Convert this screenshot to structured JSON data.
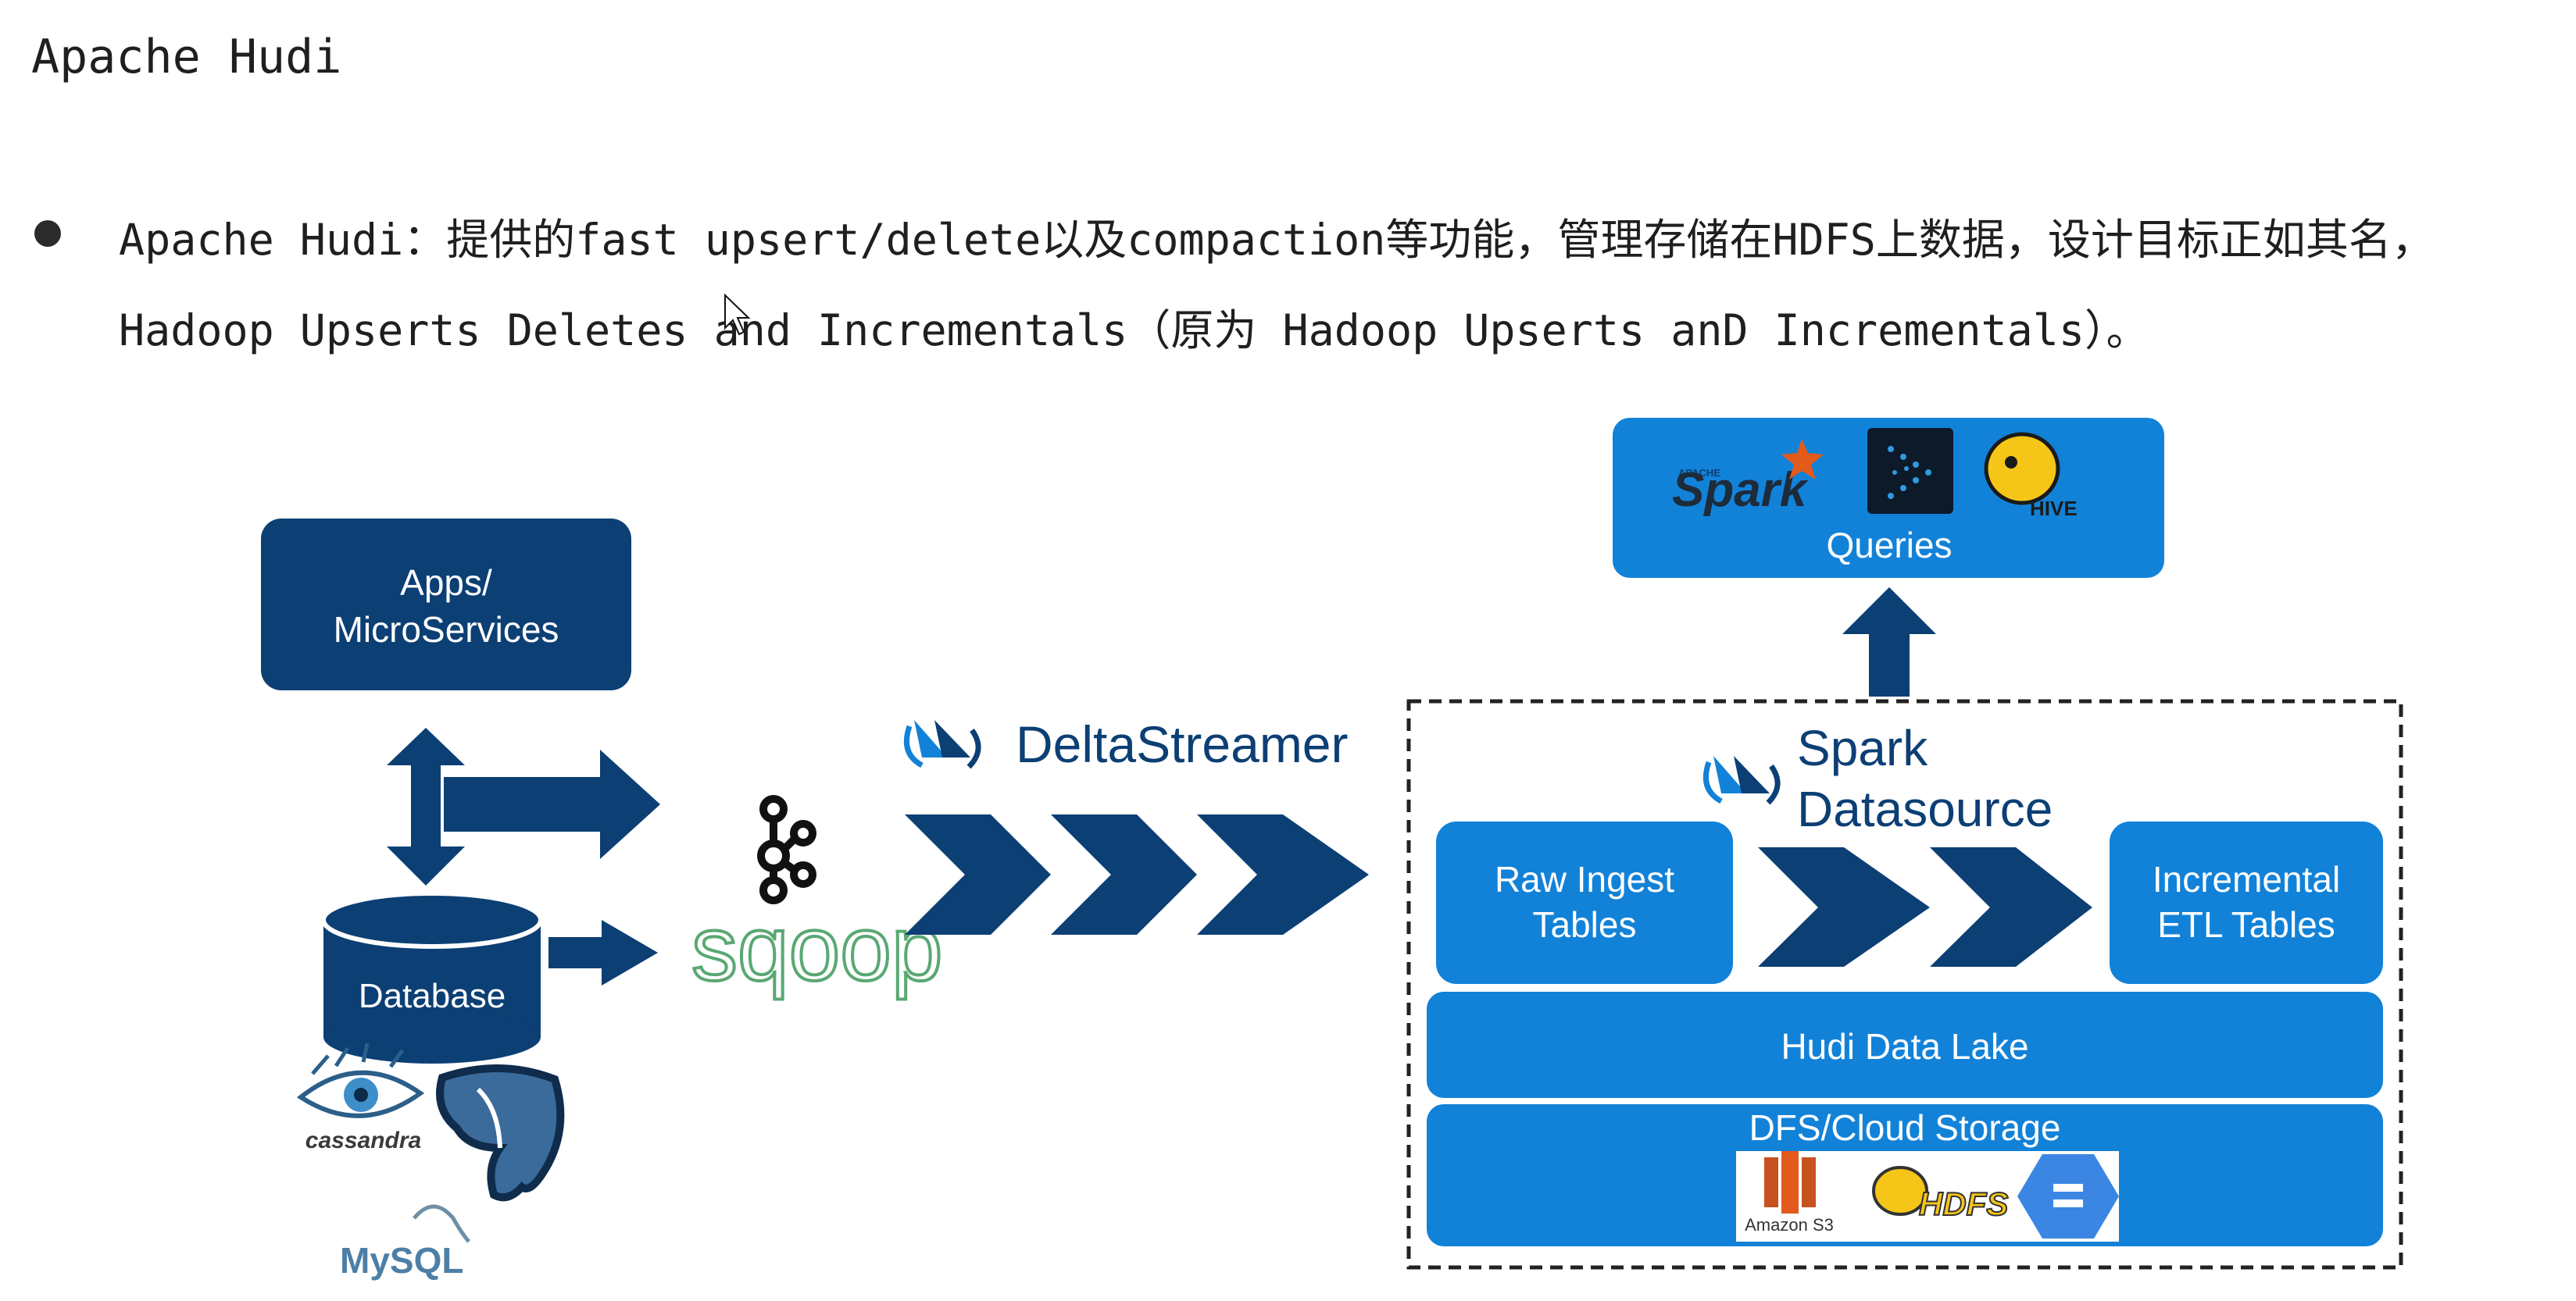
{
  "page": {
    "title": "Apache Hudi",
    "bullet_line1": "Apache Hudi：提供的fast upsert/delete以及compaction等功能，管理存储在HDFS上数据，设计目标正如其名，",
    "bullet_line2": "Hadoop Upserts Deletes and Incrementals（原为 Hadoop Upserts anD Incrementals）。"
  },
  "diagram": {
    "apps_line1": "Apps/",
    "apps_line2": "MicroServices",
    "database": "Database",
    "cassandra": "cassandra",
    "mysql": "MySQL",
    "deltastreamer": "DeltaStreamer",
    "spark_ds_line1": "Spark",
    "spark_ds_line2": "Datasource",
    "raw_line1": "Raw Ingest",
    "raw_line2": "Tables",
    "inc_line1": "Incremental",
    "inc_line2": "ETL Tables",
    "hudi_lake": "Hudi Data Lake",
    "dfs": "DFS/Cloud Storage",
    "queries": "Queries",
    "spark_logo": "Spark",
    "apache_small": "APACHE",
    "hive_logo": "HIVE",
    "s3_label": "Amazon S3",
    "hdfs_logo": "HDFS",
    "sqoop_logo": "sqoop"
  },
  "colors": {
    "dark_navy": "#0c3f74",
    "bright_blue": "#1282d8",
    "sqoop_green": "#5aa874",
    "text": "#1f1f1f"
  }
}
